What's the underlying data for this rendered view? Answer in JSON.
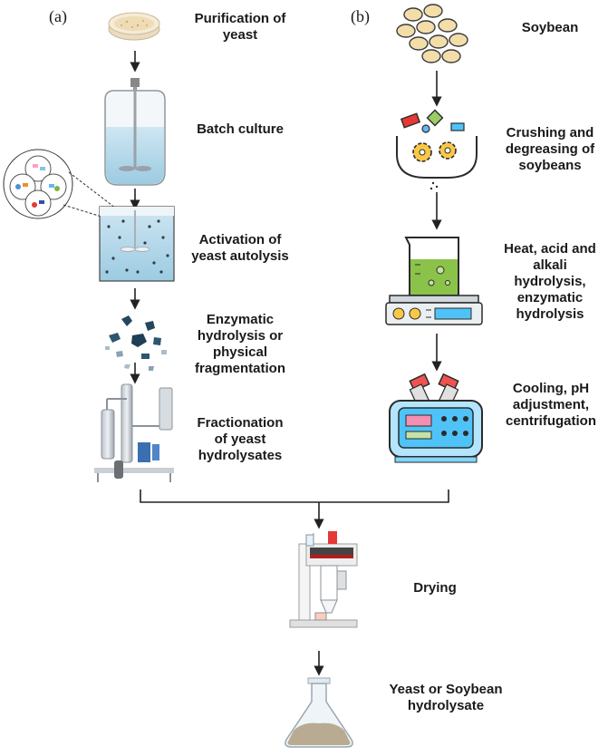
{
  "panels": {
    "a": "(a)",
    "b": "(b)"
  },
  "left_steps": [
    "Purification of\nyeast",
    "Batch culture",
    "Activation of\nyeast autolysis",
    "Enzymatic\nhydrolysis or\nphysical\nfragmentation",
    "Fractionation\nof yeast\nhydrolysates"
  ],
  "right_steps": [
    "Soybean",
    "Crushing and\ndegreasing of\nsoybeans",
    "Heat, acid and\nalkali\nhydrolysis,\nenzymatic\nhydrolysis",
    "Cooling, pH\nadjustment,\ncentrifugation"
  ],
  "final_steps": [
    "Drying",
    "Yeast or Soybean\nhydrolysate"
  ],
  "icons": [
    "petri-dish-icon",
    "bioreactor-icon",
    "cell-cluster-icon",
    "autolysis-tank-icon",
    "fragments-icon",
    "fractionation-equipment-icon",
    "soybeans-icon",
    "crusher-icon",
    "hot-plate-beaker-icon",
    "centrifuge-icon",
    "spray-dryer-icon",
    "flask-icon"
  ]
}
